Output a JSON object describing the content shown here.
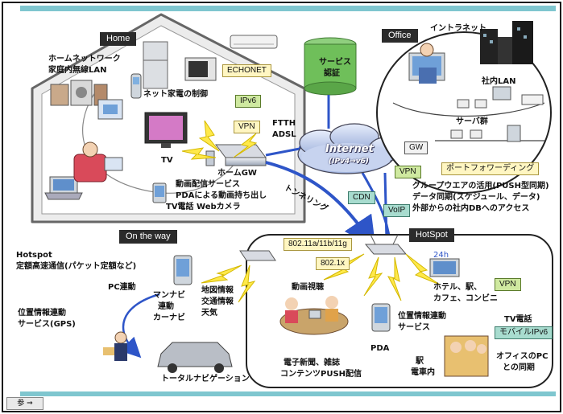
{
  "zones": {
    "home": "Home",
    "office": "Office",
    "on_the_way": "On the way",
    "hotspot": "HotSpot"
  },
  "home": {
    "network_caption_1": "ホームネットワーク",
    "network_caption_2": "家庭内無線LAN",
    "appliance_control": "ネット家電の制御",
    "tv": "TV",
    "home_gw": "ホームGW",
    "service_1": "動画配信サービス",
    "service_2": "PDAによる動画持ち出し",
    "service_3": "TV電話 Webカメラ",
    "echonet": "ECHONET",
    "ipv6": "IPv6",
    "vpn": "VPN"
  },
  "center": {
    "service_auth_1": "サービス",
    "service_auth_2": "認証",
    "ftth": "FTTH",
    "adsl": "ADSL",
    "internet": "Internet",
    "internet_sub": "(IPv4→v6)",
    "tunneling": "トンネリング",
    "cdn": "CDN",
    "voip": "VoIP",
    "gw": "GW",
    "vpn": "VPN"
  },
  "office": {
    "intranet": "イントラネット",
    "lan": "社内LAN",
    "servers": "サーバ群",
    "port_forwarding": "ポートフォワーディング",
    "groupware_1": "グループウエアの活用(PUSH型同期)",
    "groupware_2": "データ同期(スケジュール、データ)",
    "groupware_3": "外部からの社内DBへのアクセス"
  },
  "on_the_way": {
    "hotspot_line": "Hotspot",
    "fixed_rate": "定額高速通信(パケット定額など)",
    "pc_link": "PC連動",
    "carnavi_1": "マンナビ",
    "carnavi_2": "連動",
    "carnavi_3": "カーナビ",
    "info_1": "地図情報",
    "info_2": "交通情報",
    "info_3": "天気",
    "location_1": "位置情報連動",
    "location_2": "サービス(GPS)",
    "total_nav": "トータルナビゲーション"
  },
  "hotspot": {
    "wlan_std": "802.11a/11b/11g",
    "auth_std": "802.1x",
    "video": "動画視聴",
    "h24": "24h",
    "places_1": "ホテル、駅、",
    "places_2": "カフェ、コンビニ",
    "vpn": "VPN",
    "location_1": "位置情報連動",
    "location_2": "サービス",
    "pda": "PDA",
    "tv_phone": "TV電話",
    "mobile_ipv6": "モバイルIPv6",
    "news_1": "電子新聞、雑誌",
    "news_2": "コンテンツPUSH配信",
    "station_1": "駅",
    "station_2": "電車内",
    "office_pc_1": "オフィスのPC",
    "office_pc_2": "との同期"
  },
  "footer": {
    "nav_button": "参 ⇒"
  },
  "colors": {
    "frame_teal": "#7fc6cf",
    "link_blue": "#2e55c8",
    "lightning_yellow": "#ffe94a",
    "tag_green": "#cfe9a0"
  }
}
